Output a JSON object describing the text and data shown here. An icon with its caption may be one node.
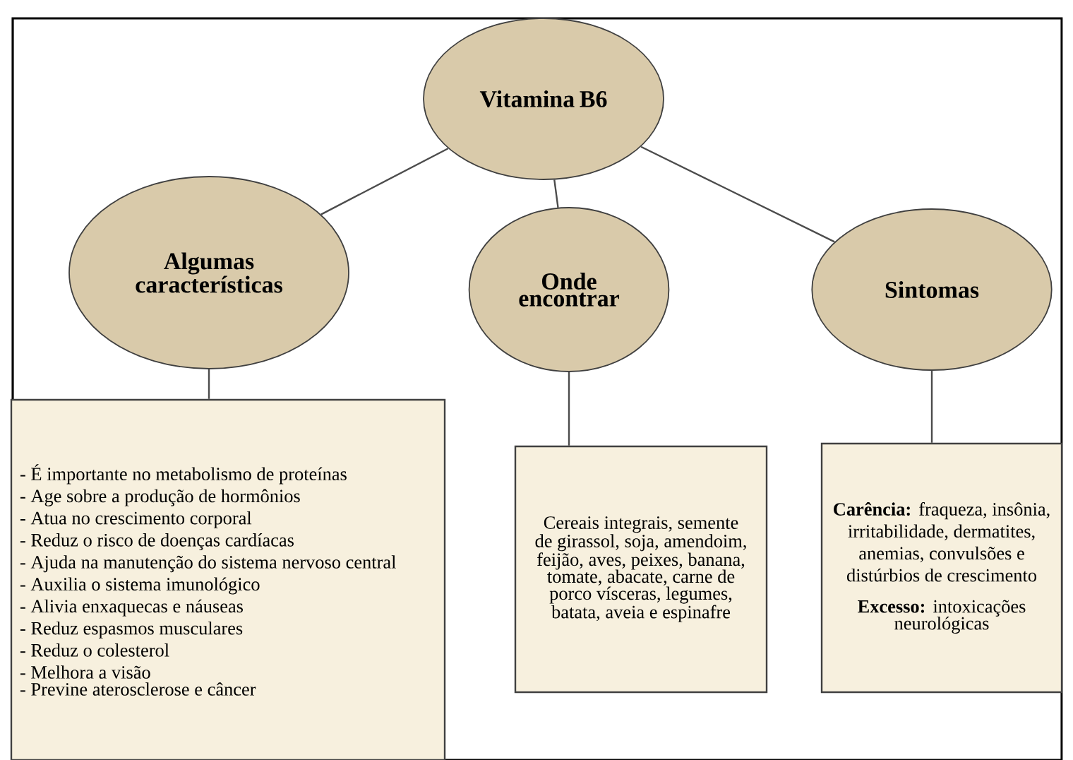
{
  "diagram": {
    "nodes": [
      {
        "text": [
          "Vitamina B6"
        ]
      },
      {
        "text": [
          "Algumas características"
        ]
      },
      {
        "text": [
          "Onde encontrar"
        ]
      },
      {
        "text": [
          "Sintomas"
        ]
      },
      {
        "text": [
          "- É importante no metabolismo de proteínas",
          "- Age sobre a produção de hormônios",
          "- Atua no crescimento corporal",
          "- Reduz o risco de doenças cardíacas",
          "- Ajuda na manutenção do sistema nervoso central",
          "- Auxilia o sistema imunológico",
          "- Alivia enxaquecas e náuseas",
          "- Reduz espasmos musculares",
          "- Reduz o colesterol",
          "- Melhora a visão",
          "- Previne aterosclerose e câncer"
        ]
      },
      {
        "text": [
          "Cereais integrais, semente de girassol, soja, amendoim, feijão, aves, peixes, banana, tomate, abacate, carne de porco vísceras, legumes, batata, aveia e espinafre"
        ]
      },
      {
        "text": [
          "**Carência:** fraqueza, insônia, irritabilidade, dermatites, anemias, convulsões e distúrbios de crescimento",
          "**Excesso:** intoxicações neurológicas"
        ]
      }
    ],
    "edges": [
      {
        "from": 0,
        "to": 1,
        "arrow": "none"
      },
      {
        "from": 0,
        "to": 2,
        "arrow": "none"
      },
      {
        "from": 0,
        "to": 3,
        "arrow": "none"
      },
      {
        "from": 1,
        "to": 4,
        "arrow": "none"
      },
      {
        "from": 2,
        "to": 5,
        "arrow": "none"
      },
      {
        "from": 3,
        "to": 6,
        "arrow": "none"
      }
    ]
  }
}
